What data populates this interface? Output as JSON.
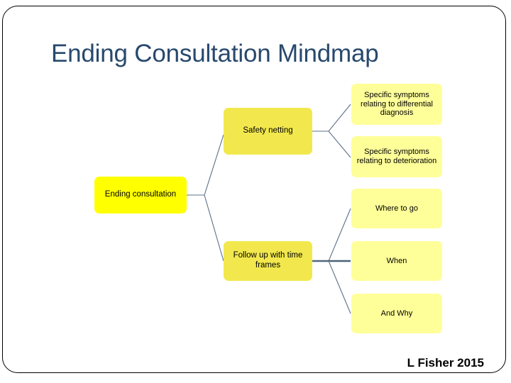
{
  "slide": {
    "title": "Ending Consultation Mindmap",
    "title_color": "#28496d",
    "footer": "L Fisher 2015",
    "background_color": "#ffffff",
    "frame_color": "#000000"
  },
  "palette": {
    "root_fill": "#ffff00",
    "branch_fill": "#f2e84d",
    "leaf_fill": "#ffff99",
    "connector": "#5b6f86",
    "connector_selected": "#4a6274",
    "text": "#000000"
  },
  "mindmap": {
    "root": {
      "label": "Ending consultation",
      "level": "root"
    },
    "branches": [
      {
        "label": "Safety netting",
        "level": "branch",
        "children": [
          {
            "label": "Specific symptoms relating to differential diagnosis",
            "level": "leaf"
          },
          {
            "label": "Specific symptoms relating to deterioration",
            "level": "leaf"
          }
        ]
      },
      {
        "label": "Follow up with time frames",
        "level": "branch",
        "children": [
          {
            "label": "Where to go",
            "level": "leaf"
          },
          {
            "label": "When",
            "level": "leaf",
            "selected": true
          },
          {
            "label": "And Why",
            "level": "leaf"
          }
        ]
      }
    ]
  }
}
